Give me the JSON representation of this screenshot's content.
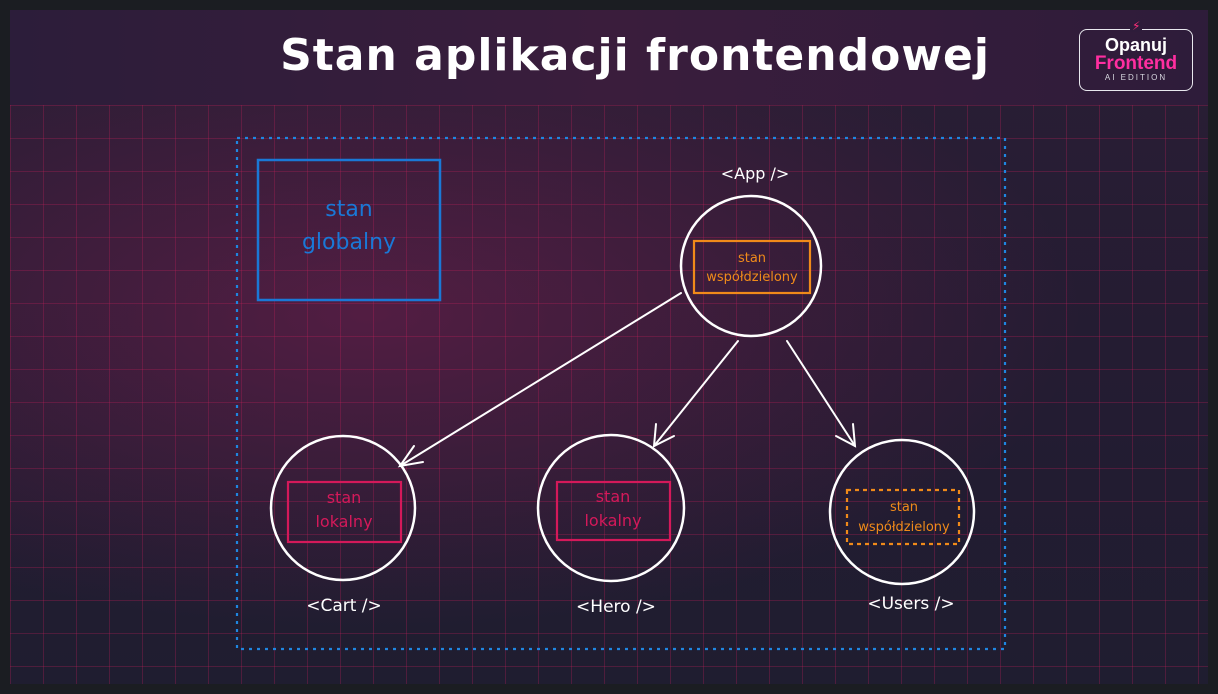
{
  "title": "Stan aplikacji frontendowej",
  "logo": {
    "line1": "Opanuj",
    "line2": "Frontend",
    "line3": "AI EDITION"
  },
  "global_state": {
    "line1": "stan",
    "line2": "globalny"
  },
  "nodes": {
    "app": {
      "label": "<App />",
      "state_line1": "stan",
      "state_line2": "współdzielony"
    },
    "cart": {
      "label": "<Cart />",
      "state_line1": "stan",
      "state_line2": "lokalny"
    },
    "hero": {
      "label": "<Hero />",
      "state_line1": "stan",
      "state_line2": "lokalny"
    },
    "users": {
      "label": "<Users />",
      "state_line1": "stan",
      "state_line2": "współdzielony"
    }
  },
  "colors": {
    "global": "#1a78d6",
    "shared": "#f08a1a",
    "local": "#d4195a",
    "line": "#ffffff",
    "dotted_frame": "#1f86e0"
  }
}
